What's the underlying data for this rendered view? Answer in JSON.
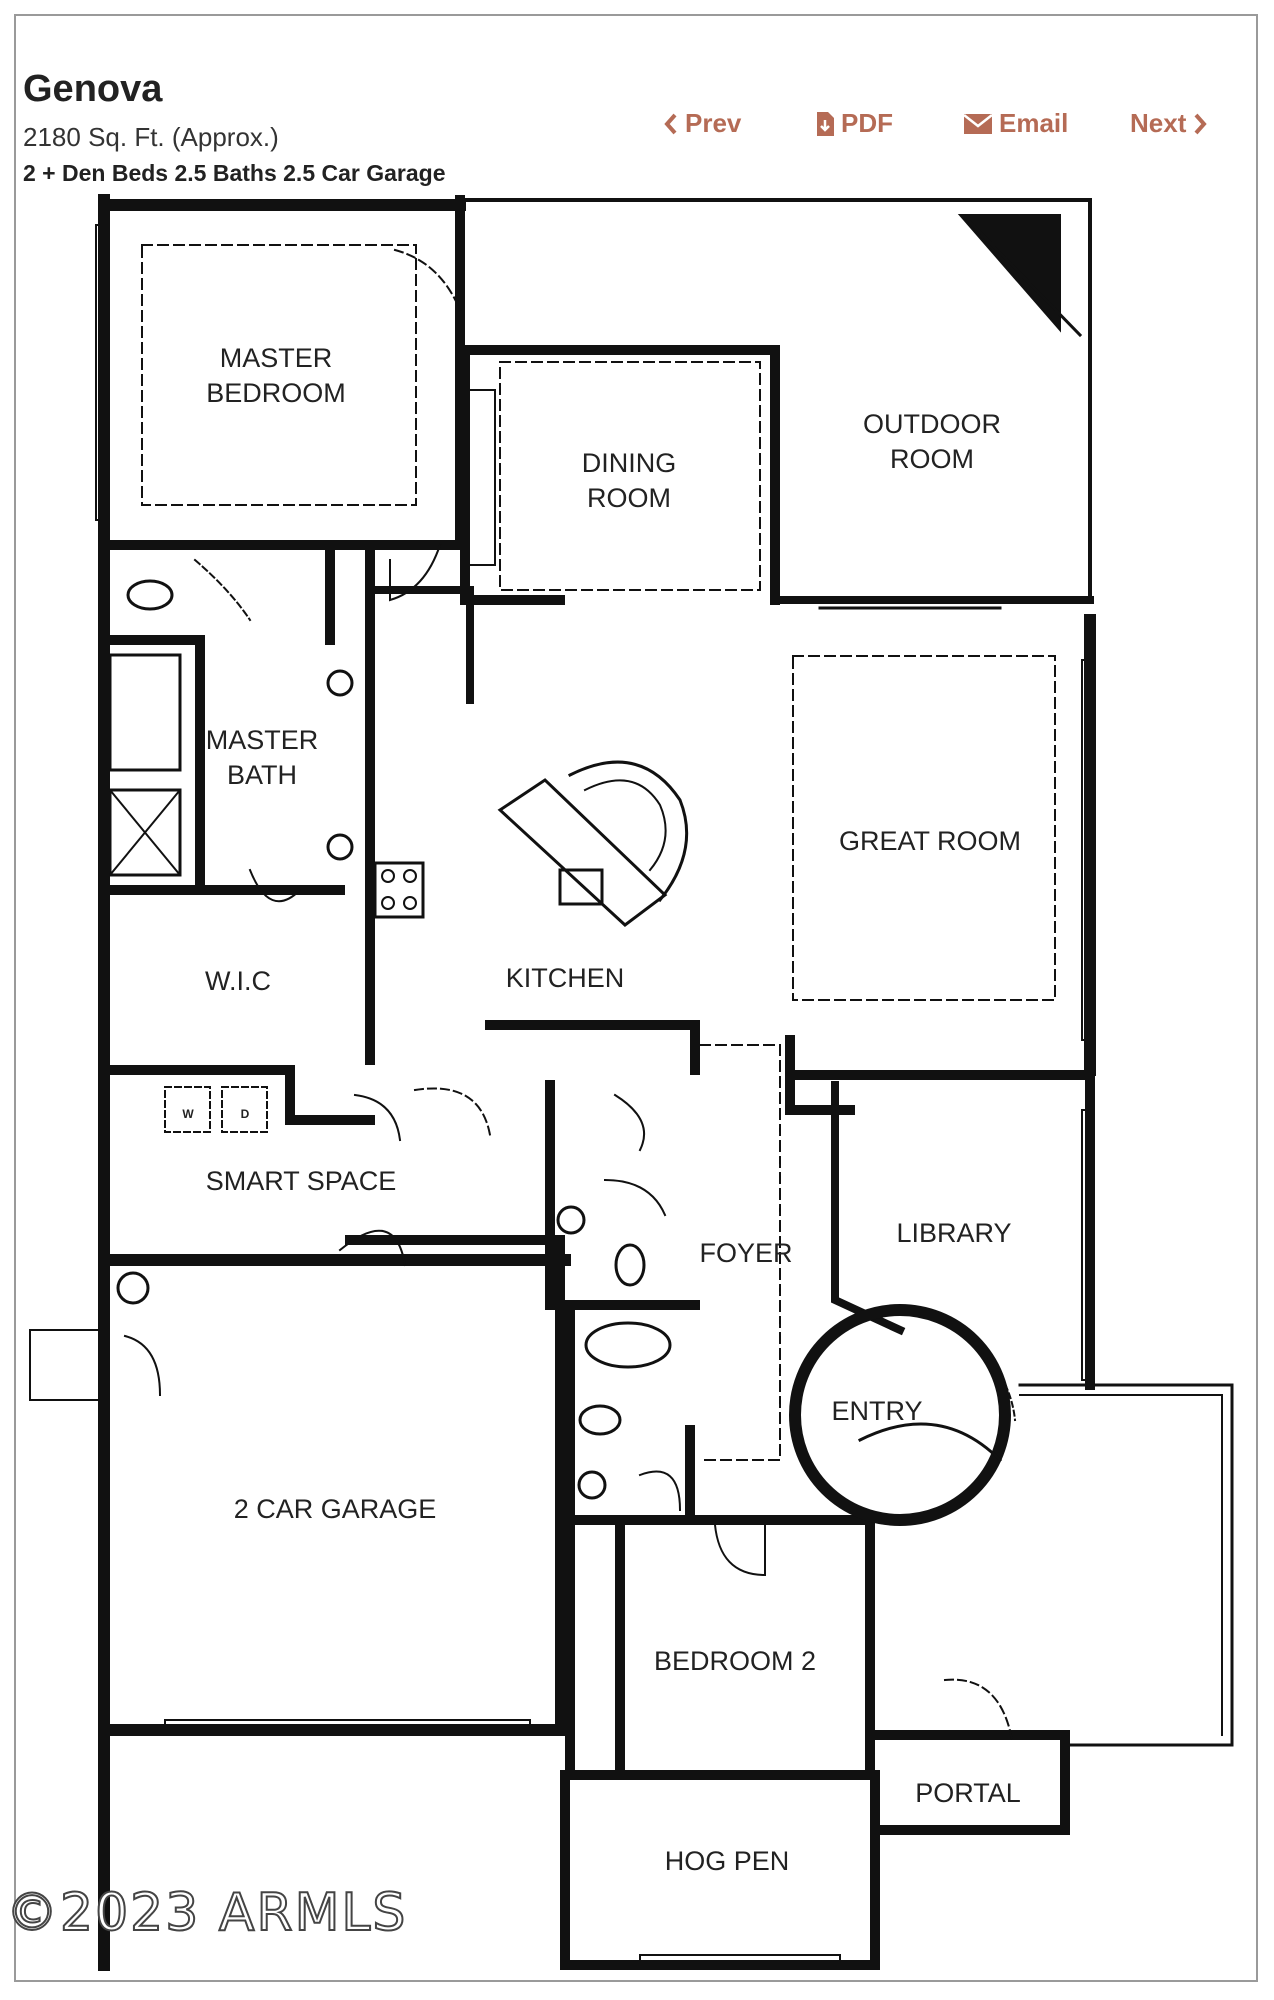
{
  "header": {
    "title": "Genova",
    "sqft": "2180 Sq. Ft. (Approx.)",
    "specs": "2 + Den Beds  2.5 Baths  2.5 Car Garage"
  },
  "nav": {
    "prev": "Prev",
    "pdf": "PDF",
    "email": "Email",
    "next": "Next"
  },
  "rooms": {
    "master_bedroom_1": "MASTER",
    "master_bedroom_2": "BEDROOM",
    "dining_1": "DINING",
    "dining_2": "ROOM",
    "outdoor_1": "OUTDOOR",
    "outdoor_2": "ROOM",
    "master_bath_1": "MASTER",
    "master_bath_2": "BATH",
    "great_room": "GREAT ROOM",
    "wic": "W.I.C",
    "kitchen": "KITCHEN",
    "smart_space": "SMART SPACE",
    "foyer": "FOYER",
    "library": "LIBRARY",
    "entry": "ENTRY",
    "garage": "2 CAR GARAGE",
    "bedroom2": "BEDROOM 2",
    "portal": "PORTAL",
    "hog_pen": "HOG PEN",
    "washer": "W",
    "dryer": "D"
  },
  "watermark": "©2023 ARMLS",
  "colors": {
    "nav_accent": "#b56b55",
    "wall": "#111111"
  }
}
